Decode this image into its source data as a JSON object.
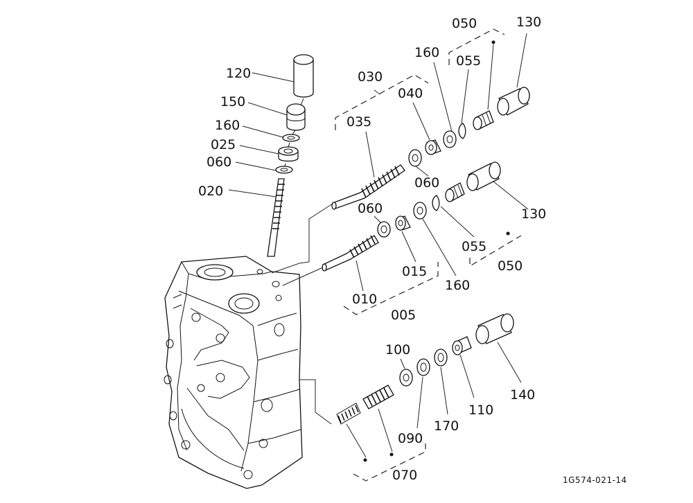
{
  "diagram_code": "1G574-021-14",
  "parts": {
    "p120": "120",
    "p150": "150",
    "p160_left": "160",
    "p025": "025",
    "p060_left": "060",
    "p020": "020",
    "p030": "030",
    "p035": "035",
    "p040": "040",
    "p160_top": "160",
    "p055_top": "055",
    "p050_top": "050",
    "p130_top": "130",
    "p060_mid_top": "060",
    "p060_mid": "060",
    "p130_mid": "130",
    "p055_mid": "055",
    "p050_mid": "050",
    "p015": "015",
    "p160_mid": "160",
    "p010": "010",
    "p005": "005",
    "p100": "100",
    "p140": "140",
    "p110": "110",
    "p170": "170",
    "p090": "090",
    "p070": "070"
  }
}
